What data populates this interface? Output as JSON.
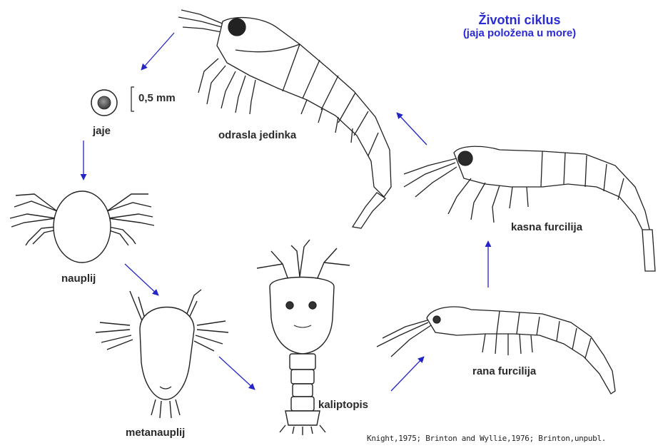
{
  "title": {
    "line1": "Životni ciklus",
    "line2": "(jaja položena u more)",
    "color": "#2b2bd6"
  },
  "stages": {
    "egg": "jaje",
    "egg_scale": "0,5 mm",
    "nauplius": "nauplij",
    "metanauplius": "metanauplij",
    "calyptopis": "kaliptopis",
    "early_furcilia": "rana furcilija",
    "late_furcilia": "kasna furcilija",
    "adult": "odrasla jedinka"
  },
  "credit": "Knight,1975; Brinton and Wyllie,1976; Brinton,unpubl.",
  "colors": {
    "arrow": "#2424c8",
    "ink": "#222222"
  }
}
